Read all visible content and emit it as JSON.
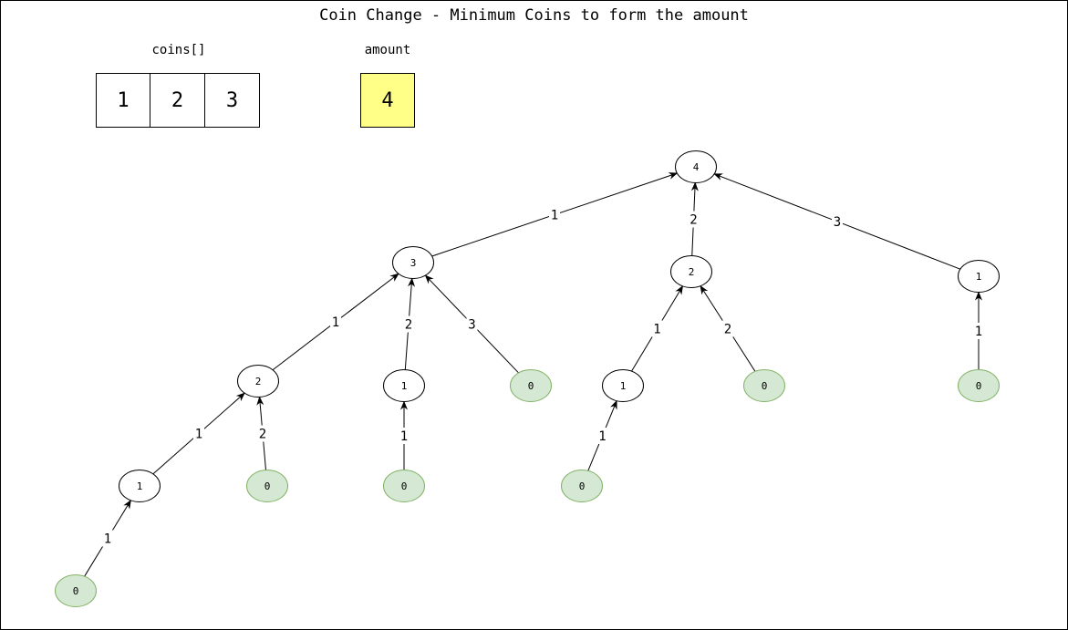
{
  "title": "Coin Change - Minimum Coins to form the amount",
  "coins_label": "coins[]",
  "coins": [
    "1",
    "2",
    "3"
  ],
  "amount_label": "amount",
  "amount": "4",
  "colors": {
    "amount_fill": "#ffff88",
    "leaf_fill": "#d5e8d4",
    "leaf_stroke": "#82b366",
    "node_stroke": "#000000"
  },
  "tree": {
    "nodes": [
      {
        "id": "n4",
        "value": "4",
        "leaf": false
      },
      {
        "id": "n3",
        "value": "3",
        "leaf": false
      },
      {
        "id": "n2b",
        "value": "2",
        "leaf": false
      },
      {
        "id": "n1c",
        "value": "1",
        "leaf": false
      },
      {
        "id": "n2a",
        "value": "2",
        "leaf": false
      },
      {
        "id": "n1b",
        "value": "1",
        "leaf": false
      },
      {
        "id": "z3",
        "value": "0",
        "leaf": true
      },
      {
        "id": "n1d",
        "value": "1",
        "leaf": false
      },
      {
        "id": "z5",
        "value": "0",
        "leaf": true
      },
      {
        "id": "z7",
        "value": "0",
        "leaf": true
      },
      {
        "id": "n1a",
        "value": "1",
        "leaf": false
      },
      {
        "id": "z2",
        "value": "0",
        "leaf": true
      },
      {
        "id": "z4",
        "value": "0",
        "leaf": true
      },
      {
        "id": "z6",
        "value": "0",
        "leaf": true
      },
      {
        "id": "z1",
        "value": "0",
        "leaf": true
      }
    ],
    "edges": [
      {
        "from": "n3",
        "to": "n4",
        "label": "1"
      },
      {
        "from": "n2b",
        "to": "n4",
        "label": "2"
      },
      {
        "from": "n1c",
        "to": "n4",
        "label": "3"
      },
      {
        "from": "n2a",
        "to": "n3",
        "label": "1"
      },
      {
        "from": "n1b",
        "to": "n3",
        "label": "2"
      },
      {
        "from": "z3",
        "to": "n3",
        "label": "3"
      },
      {
        "from": "n1d",
        "to": "n2b",
        "label": "1"
      },
      {
        "from": "z5",
        "to": "n2b",
        "label": "2"
      },
      {
        "from": "z7",
        "to": "n1c",
        "label": "1"
      },
      {
        "from": "n1a",
        "to": "n2a",
        "label": "1"
      },
      {
        "from": "z2",
        "to": "n2a",
        "label": "2"
      },
      {
        "from": "z4",
        "to": "n1b",
        "label": "1"
      },
      {
        "from": "z6",
        "to": "n1d",
        "label": "1"
      },
      {
        "from": "z1",
        "to": "n1a",
        "label": "1"
      }
    ]
  }
}
